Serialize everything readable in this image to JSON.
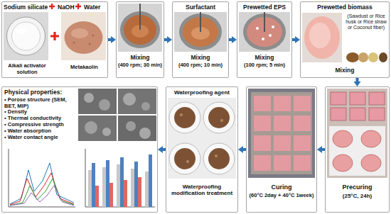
{
  "diagram": {
    "nodes": [
      {
        "text": [
          "Sodium silicate",
          "NaOH",
          "Water",
          "Alkali activator solution",
          "Metakaolin"
        ]
      },
      {
        "text": [
          "Mixing",
          "(400 rpm; 30 min)"
        ]
      },
      {
        "text": [
          "Surfactant",
          "Mixing",
          "(400 rpm; 10 min)"
        ]
      },
      {
        "text": [
          "Prewetted EPS",
          "Mixing",
          "(100 rpm; 5 min)"
        ]
      },
      {
        "text": [
          "Prewetted biomass",
          "(Sawdust or Rice husk or Rice straw or Coconut fiber)",
          "Mixing"
        ]
      },
      {
        "text": [
          "Precuring",
          "(25°C, 24h)"
        ]
      },
      {
        "text": [
          "Curing",
          "(60°C 2day + 40°C 1week)"
        ]
      },
      {
        "text": [
          "Waterproofing agent",
          "Waterproofing modification treatment"
        ]
      },
      {
        "text": [
          "Physical properties:",
          "• Porose structure (SEM, BET, MIP)",
          "• Density",
          "• Thermal conductivity",
          "• Compressive strength",
          "• Water absorption",
          "• Water contact angle"
        ]
      }
    ],
    "edges": [
      {
        "from": 0,
        "to": 1,
        "arrow": "to"
      },
      {
        "from": 1,
        "to": 2,
        "arrow": "to"
      },
      {
        "from": 2,
        "to": 3,
        "arrow": "to"
      },
      {
        "from": 3,
        "to": 4,
        "arrow": "to"
      },
      {
        "from": 4,
        "to": 5,
        "arrow": "to"
      },
      {
        "from": 5,
        "to": 6,
        "arrow": "to"
      },
      {
        "from": 6,
        "to": 7,
        "arrow": "to"
      },
      {
        "from": 7,
        "to": 8,
        "arrow": "to"
      }
    ]
  }
}
